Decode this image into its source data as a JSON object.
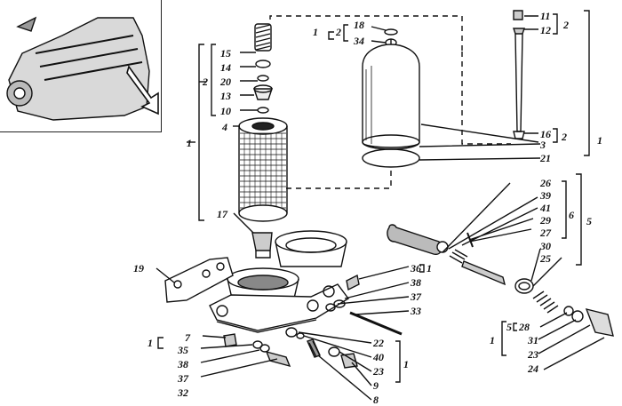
{
  "callouts": {
    "c15": "15",
    "c14": "14",
    "c20": "20",
    "c13": "13",
    "c10": "10",
    "c4": "4",
    "c17": "17",
    "c19": "19",
    "c7": "7",
    "c35": "35",
    "c38a": "38",
    "c37a": "37",
    "c32": "32",
    "c18": "18",
    "c34": "34",
    "c11": "11",
    "c12": "12",
    "c16": "16",
    "c3": "3",
    "c21": "21",
    "c26": "26",
    "c39": "39",
    "c41": "41",
    "c29": "29",
    "c27": "27",
    "c30": "30",
    "c25": "25",
    "c36": "36",
    "c38b": "38",
    "c37b": "37",
    "c33": "33",
    "c22": "22",
    "c40": "40",
    "c23a": "23",
    "c9": "9",
    "c8": "8",
    "c28": "28",
    "c31": "31",
    "c23b": "23",
    "c24": "24"
  },
  "groups": {
    "g1_left": "1",
    "g2_left": "2",
    "g1_top": "1",
    "g2_top": "2",
    "g2_bolt": "2",
    "g2_pin": "2",
    "g1_right": "1",
    "g6": "6",
    "g5": "5",
    "g1_36": "1",
    "g1_bl": "1",
    "g1_bm": "1",
    "g1_br": "1",
    "g5_br": "5"
  },
  "colors": {
    "ink": "#111111",
    "background": "#ffffff"
  }
}
